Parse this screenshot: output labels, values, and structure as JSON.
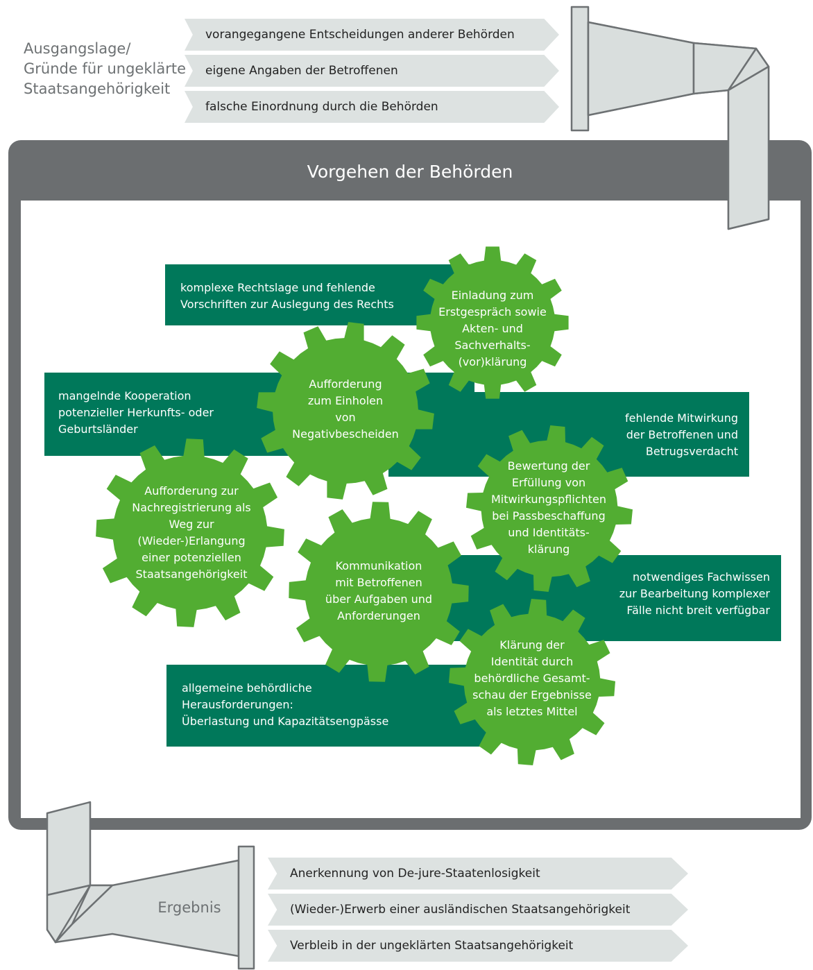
{
  "start": {
    "label": "Ausgangslage/\nGründe für ungeklärte Staatsangehörigkeit",
    "reasons": [
      "vorangegangene Entscheidungen anderer Behörden",
      "eigene Angaben der Betroffenen",
      "falsche Einordnung durch die Behörden"
    ]
  },
  "process": {
    "title": "Vorgehen der Behörden",
    "challenges": [
      "komplexe Rechtslage und fehlende\nVorschriften zur Auslegung des Rechts",
      "mangelnde Kooperation\npotenzieller Herkunfts- oder\nGeburtsländer",
      "fehlende Mitwirkung\nder Betroffenen und\nBetrugsverdacht",
      "notwendiges Fachwissen\nzur Bearbeitung komplexer\nFälle nicht breit verfügbar",
      "allgemeine behördliche\nHerausforderungen:\nÜberlastung und Kapazitätsengpässe"
    ],
    "steps": [
      "Einladung zum\nErstgespräch sowie\nAkten- und\nSachverhalts-\n(vor)klärung",
      "Aufforderung\nzum Einholen\nvon\nNegativbescheiden",
      "Aufforderung zur\nNachregistrierung als\nWeg zur\n(Wieder-)Erlangung\neiner potenziellen\nStaatsangehörigkeit",
      "Bewertung der\nErfüllung von\nMitwirkungspflichten\nbei Passbeschaffung\nund Identitäts-\nklärung",
      "Kommunikation\nmit Betroffenen\nüber Aufgaben und\nAnforderungen",
      "Klärung der\nIdentität durch\nbehördliche Gesamt-\nschau der Ergebnisse\nals letztes Mittel"
    ]
  },
  "result": {
    "label": "Ergebnis",
    "outcomes": [
      "Anerkennung von De-jure-Staatenlosigkeit",
      "(Wieder-)Erwerb einer ausländischen Staatsangehörigkeit",
      "Verbleib in der ungeklärten Staatsangehörigkeit"
    ]
  },
  "colors": {
    "frame": "#6b6e70",
    "challenge_box": "#00785a",
    "gear": "#52ad32",
    "arrow": "#dde2e1",
    "funnel": "#d9dedd"
  }
}
